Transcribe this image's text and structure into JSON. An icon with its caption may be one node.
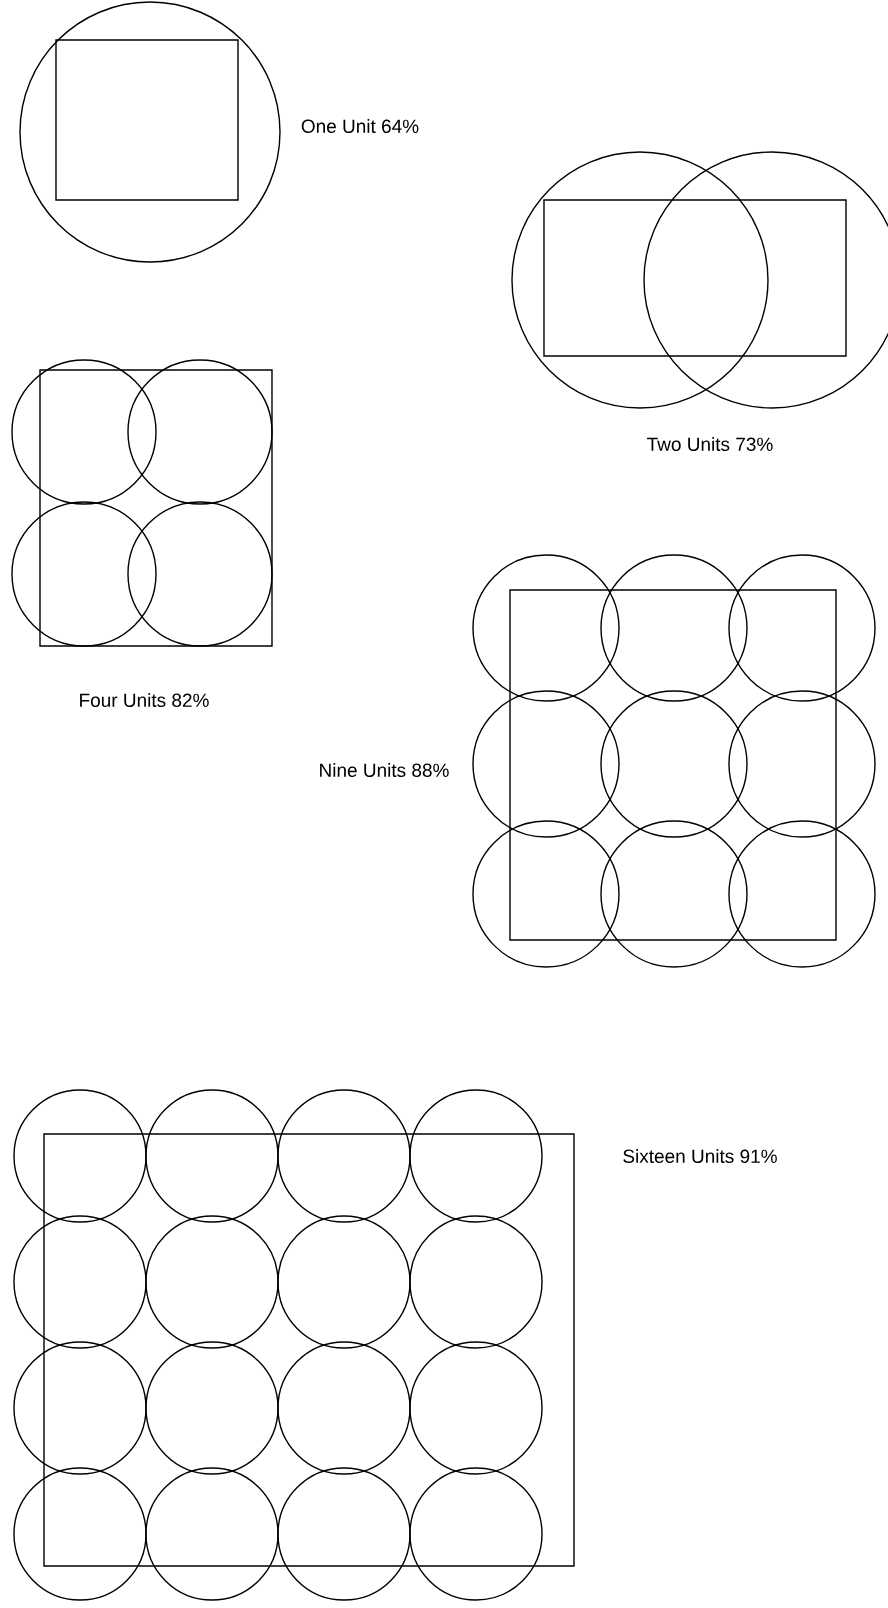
{
  "diagram": {
    "labels": [
      "One Unit 64%",
      "Two Units 73%",
      "Four Units 82%",
      "Nine Units 88%",
      "Sixteen Units 91%"
    ]
  }
}
